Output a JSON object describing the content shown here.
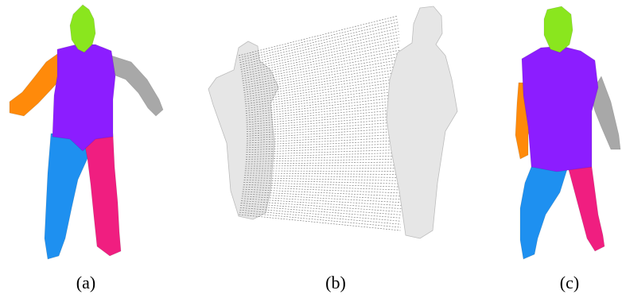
{
  "panels": [
    {
      "caption": "(a)"
    },
    {
      "caption": "(b)"
    },
    {
      "caption": "(c)"
    }
  ],
  "segment_colors": {
    "head": "#8ae61e",
    "torso": "#8c1dff",
    "left_arm": "#ff8a0a",
    "right_arm": "#a8a8a8",
    "left_leg": "#1e90f0",
    "right_leg": "#f01e80"
  },
  "mesh_color": "#e6e6e6",
  "correspondence_line_color": "#5a5a5a"
}
